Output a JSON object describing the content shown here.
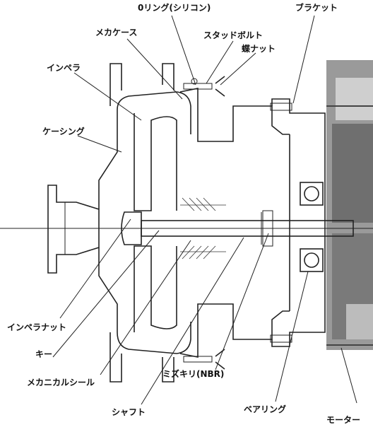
{
  "labels": {
    "o_ring": "0リング(シリコン)",
    "bracket": "ブラケット",
    "mech_case": "メカケース",
    "stud_bolt": "スタッドボルト",
    "wing_nut": "蝶ナット",
    "impeller": "インペラ",
    "casing": "ケーシング",
    "impeller_nut": "インペラナット",
    "key": "キー",
    "mech_seal": "メカニカルシール",
    "mizukiri": "ミズキリ(NBR)",
    "shaft": "シャフト",
    "bearing": "ベアリング",
    "motor": "モーター"
  }
}
